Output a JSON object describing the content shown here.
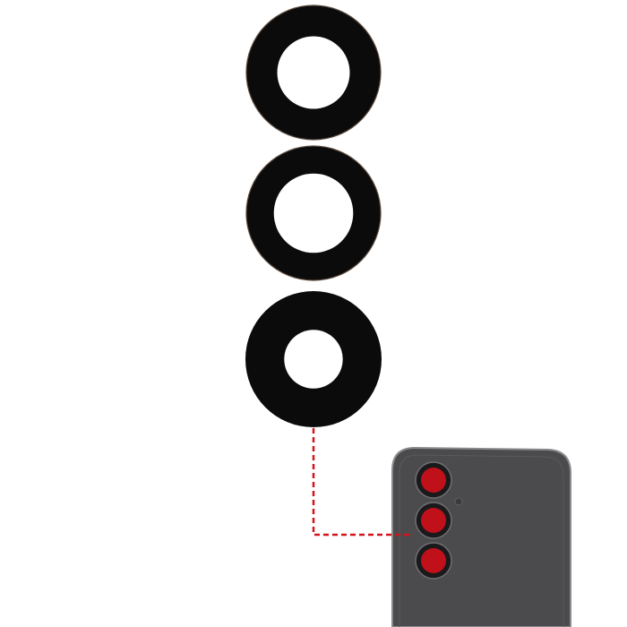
{
  "scene": {
    "background_color": "#ffffff",
    "lens_ring_color": "#0b0b0b",
    "lens_hole_color": "#ffffff",
    "lens_edge_color": "#5a4a3e",
    "phone_body_color": "#4b4b4d",
    "phone_edge_color": "#8a8a8c",
    "camera_highlight_color": "#c0101a",
    "camera_ring_color": "#1a1a1c",
    "connector_color": "#d4141c",
    "connector_style": "dashed",
    "lenses": [
      {
        "name": "lens-glass-top",
        "hole_fraction": 0.54
      },
      {
        "name": "lens-glass-middle",
        "hole_fraction": 0.59
      },
      {
        "name": "lens-glass-bottom",
        "hole_fraction": 0.43
      }
    ],
    "phone_cameras": [
      {
        "name": "phone-camera-top"
      },
      {
        "name": "phone-camera-middle"
      },
      {
        "name": "phone-camera-bottom"
      }
    ]
  }
}
